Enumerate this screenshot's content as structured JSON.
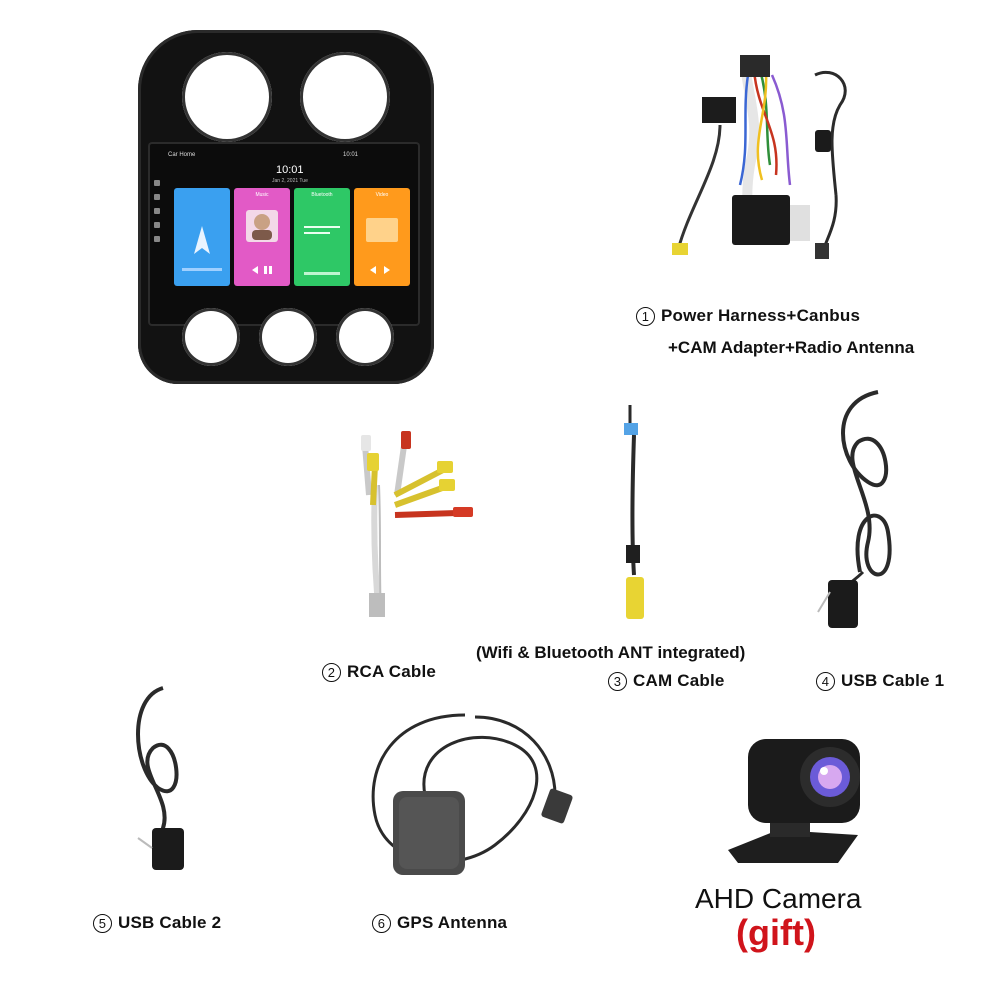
{
  "head_unit": {
    "status_left": "Car Home",
    "status_right": "10:01",
    "clock": "10:01",
    "date": "Jan 2, 2021 Tue",
    "tiles": [
      {
        "name": "navigation",
        "label": "",
        "color": "#3aa0f0"
      },
      {
        "name": "music",
        "label": "Music",
        "color": "#e25ac6"
      },
      {
        "name": "bluetooth",
        "label": "Bluetooth",
        "color": "#2ec866"
      },
      {
        "name": "video",
        "label": "Video",
        "color": "#ff9a1c"
      }
    ]
  },
  "items": {
    "power_harness": {
      "number": "1",
      "line1": "Power Harness+Canbus",
      "line2": "+CAM Adapter+Radio Antenna"
    },
    "rca_cable": {
      "number": "2",
      "label": "RCA Cable"
    },
    "cam_cable": {
      "number": "3",
      "label": "CAM Cable",
      "note": "(Wifi & Bluetooth ANT integrated)"
    },
    "usb_cable_1": {
      "number": "4",
      "label": "USB Cable 1"
    },
    "usb_cable_2": {
      "number": "5",
      "label": "USB Cable 2"
    },
    "gps_antenna": {
      "number": "6",
      "label": "GPS Antenna"
    },
    "ahd_camera": {
      "title": "AHD Camera",
      "gift": "(gift)",
      "gift_color": "#d0141b"
    }
  }
}
